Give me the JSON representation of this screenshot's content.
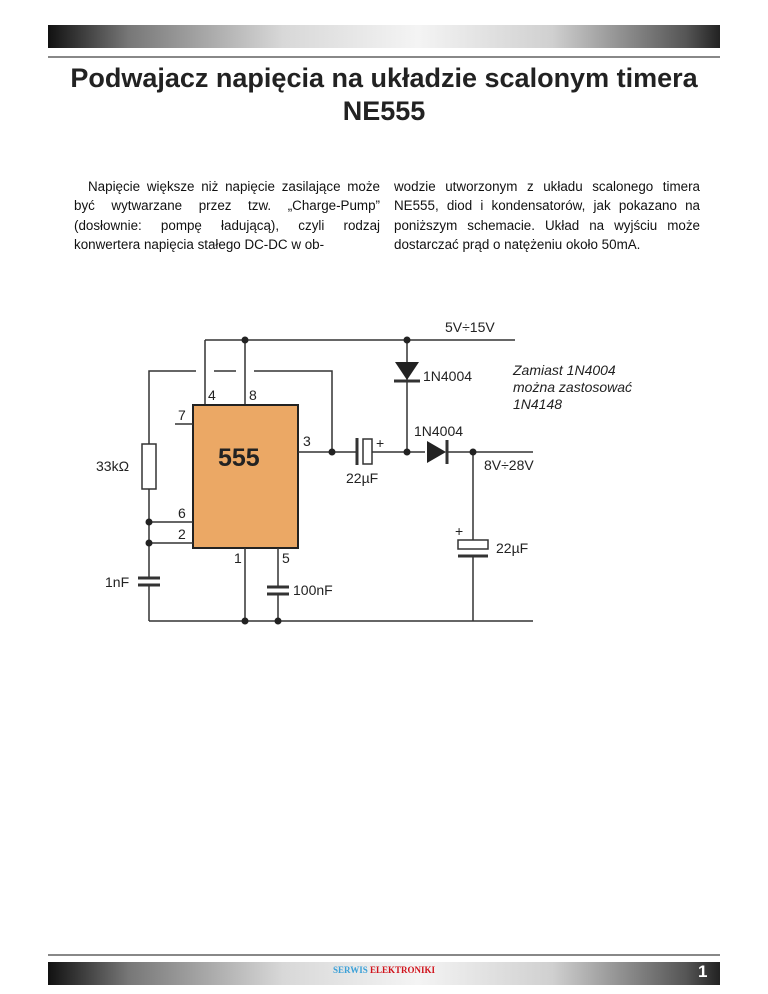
{
  "title": "Podwajacz napięcia na układzie scalonym timera NE555",
  "body": {
    "col1": "Napięcie większe niż napięcie zasilające może być wytwarzane przez tzw. „Charge-Pump” (dosłownie: pompę ładującą), czyli rodzaj konwertera napięcia stałego DC-DC w ob-",
    "col2": "wodzie utworzonym z układu scalonego timera NE555, diod i kondensatorów, jak pokazano na poniższym schemacie. Układ na wyjściu może dostarczać prąd o natężeniu  około 50mA."
  },
  "schematic": {
    "supply": "5V÷15V",
    "output": "8V÷28V",
    "ic": "555",
    "pins": {
      "p4": "4",
      "p8": "8",
      "p7": "7",
      "p3": "3",
      "p6": "6",
      "p2": "2",
      "p1": "1",
      "p5": "5"
    },
    "r1": "33kΩ",
    "c_timing": "1nF",
    "c_ctrl": "100nF",
    "c_pump": "22µF",
    "c_out": "22µF",
    "plus": "+",
    "d1": "1N4004",
    "d2": "1N4004",
    "note": [
      "Zamiast 1N4004",
      "można zastosować",
      "1N4148"
    ],
    "ic_color": "#eba865"
  },
  "footer": {
    "brand_a": "SERWIS ",
    "brand_b": "ELEKTRONIKI",
    "page": "1"
  }
}
